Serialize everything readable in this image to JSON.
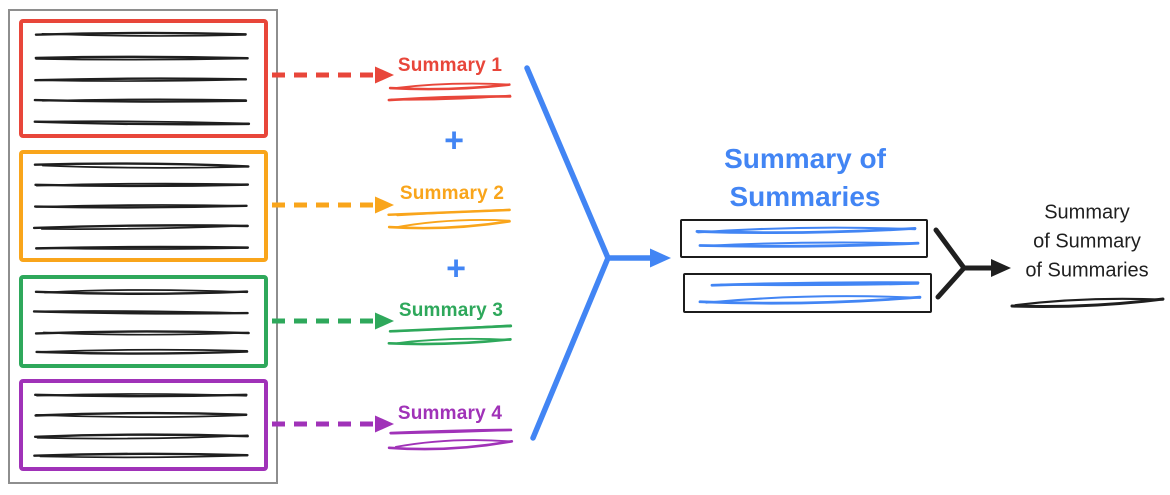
{
  "colors": {
    "red": "#E8463A",
    "orange": "#F9A51B",
    "green": "#2EA85B",
    "purple": "#A032B8",
    "blue": "#4285F4",
    "ink": "#1F1F1F",
    "gray": "#8E8E8E"
  },
  "source_document": {
    "sections": [
      {
        "color": "red",
        "text_lines": 5
      },
      {
        "color": "orange",
        "text_lines": 5
      },
      {
        "color": "green",
        "text_lines": 4
      },
      {
        "color": "purple",
        "text_lines": 4
      }
    ]
  },
  "summaries": [
    {
      "label": "Summary 1",
      "color": "red"
    },
    {
      "label": "Summary 2",
      "color": "orange"
    },
    {
      "label": "Summary 3",
      "color": "green"
    },
    {
      "label": "Summary 4",
      "color": "purple"
    }
  ],
  "operators": {
    "plus": "+"
  },
  "summary_of_summaries": {
    "title_lines": [
      "Summary of",
      "Summaries"
    ],
    "box_count": 2,
    "scribble_lines_per_box": 2
  },
  "final_summary": {
    "lines": [
      "Summary",
      "of Summary",
      "of Summaries"
    ]
  }
}
